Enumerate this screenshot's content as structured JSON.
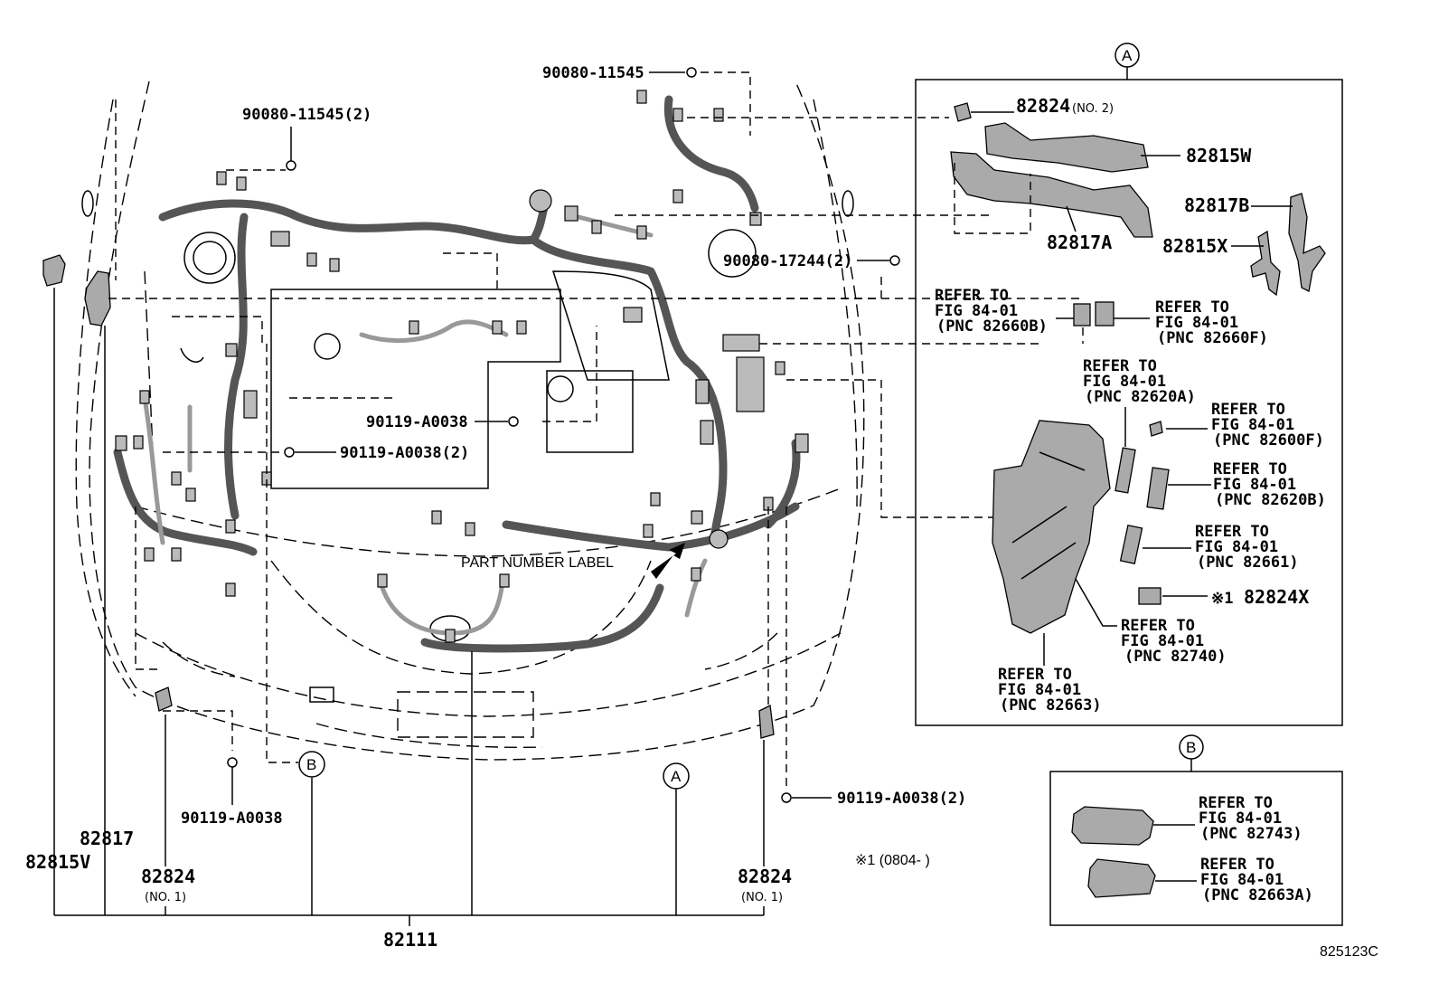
{
  "labels": {
    "bolt_top": "90080-11545",
    "bolt_left_top": "90080-11545(2)",
    "bolt_17244": "90080-17244(2)",
    "bolt_mid1": "90119-A0038",
    "bolt_mid2": "90119-A0038(2)",
    "bolt_bottom_left": "90119-A0038",
    "bolt_bottom_right": "90119-A0038(2)",
    "part_number_label": "PART NUMBER LABEL",
    "p82815V": "82815V",
    "p82817": "82817",
    "p82824_left": "82824",
    "p82824_left_no": "(NO. 1)",
    "p82824_right": "82824",
    "p82824_right_no": "(NO. 1)",
    "p82111": "82111",
    "circle_A": "A",
    "circle_B": "B",
    "note_x1": "※1 (0804-      )",
    "figure_code": "825123C"
  },
  "panel_a": {
    "title": "A",
    "p82824_no2": "82824",
    "p82824_no2_sub": "(NO. 2)",
    "p82815W": "82815W",
    "p82817B": "82817B",
    "p82817A": "82817A",
    "p82815X": "82815X",
    "p82824X_prefix": "※1",
    "p82824X": "82824X",
    "refs": [
      {
        "l1": "REFER TO",
        "l2": "FIG  84-01",
        "l3": "(PNC 82660B)"
      },
      {
        "l1": "REFER TO",
        "l2": "FIG  84-01",
        "l3": "(PNC 82660F)"
      },
      {
        "l1": "REFER TO",
        "l2": "FIG  84-01",
        "l3": "(PNC 82620A)"
      },
      {
        "l1": "REFER TO",
        "l2": "FIG  84-01",
        "l3": "(PNC 82600F)"
      },
      {
        "l1": "REFER TO",
        "l2": "FIG  84-01",
        "l3": "(PNC 82620B)"
      },
      {
        "l1": "REFER TO",
        "l2": "FIG  84-01",
        "l3": "(PNC 82661)"
      },
      {
        "l1": "REFER TO",
        "l2": "FIG  84-01",
        "l3": "(PNC 82740)"
      },
      {
        "l1": "REFER TO",
        "l2": "FIG  84-01",
        "l3": "(PNC 82663)"
      }
    ]
  },
  "panel_b": {
    "title": "B",
    "refs": [
      {
        "l1": "REFER TO",
        "l2": "FIG  84-01",
        "l3": "(PNC 82743)"
      },
      {
        "l1": "REFER TO",
        "l2": "FIG  84-01",
        "l3": "(PNC 82663A)"
      }
    ]
  }
}
